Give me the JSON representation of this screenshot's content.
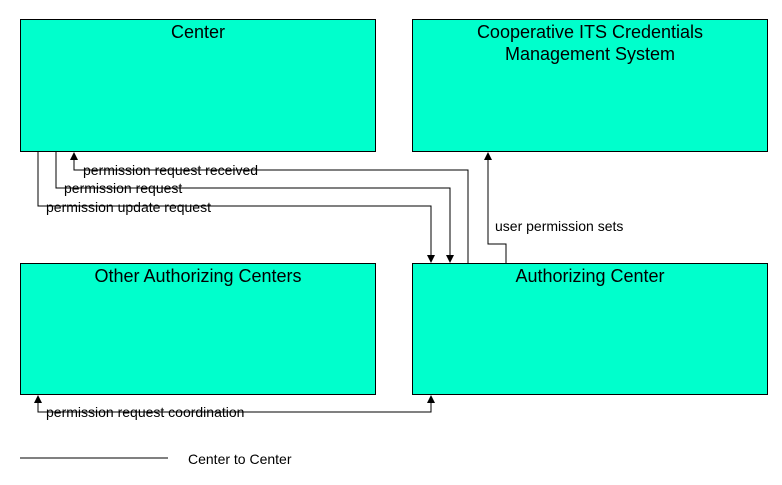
{
  "nodes": {
    "center": {
      "label": "Center"
    },
    "cooperative": {
      "label": "Cooperative ITS Credentials\nManagement System"
    },
    "other_authorizing": {
      "label": "Other Authorizing Centers"
    },
    "authorizing": {
      "label": "Authorizing Center"
    }
  },
  "flows": {
    "permission_request_received": "permission request received",
    "permission_request": "permission request",
    "permission_update_request": "permission update request",
    "user_permission_sets": "user permission sets",
    "permission_request_coordination": "permission request coordination"
  },
  "legend": {
    "center_to_center": "Center to Center"
  },
  "colors": {
    "box_fill": "#00ffcc",
    "line": "#000000"
  }
}
